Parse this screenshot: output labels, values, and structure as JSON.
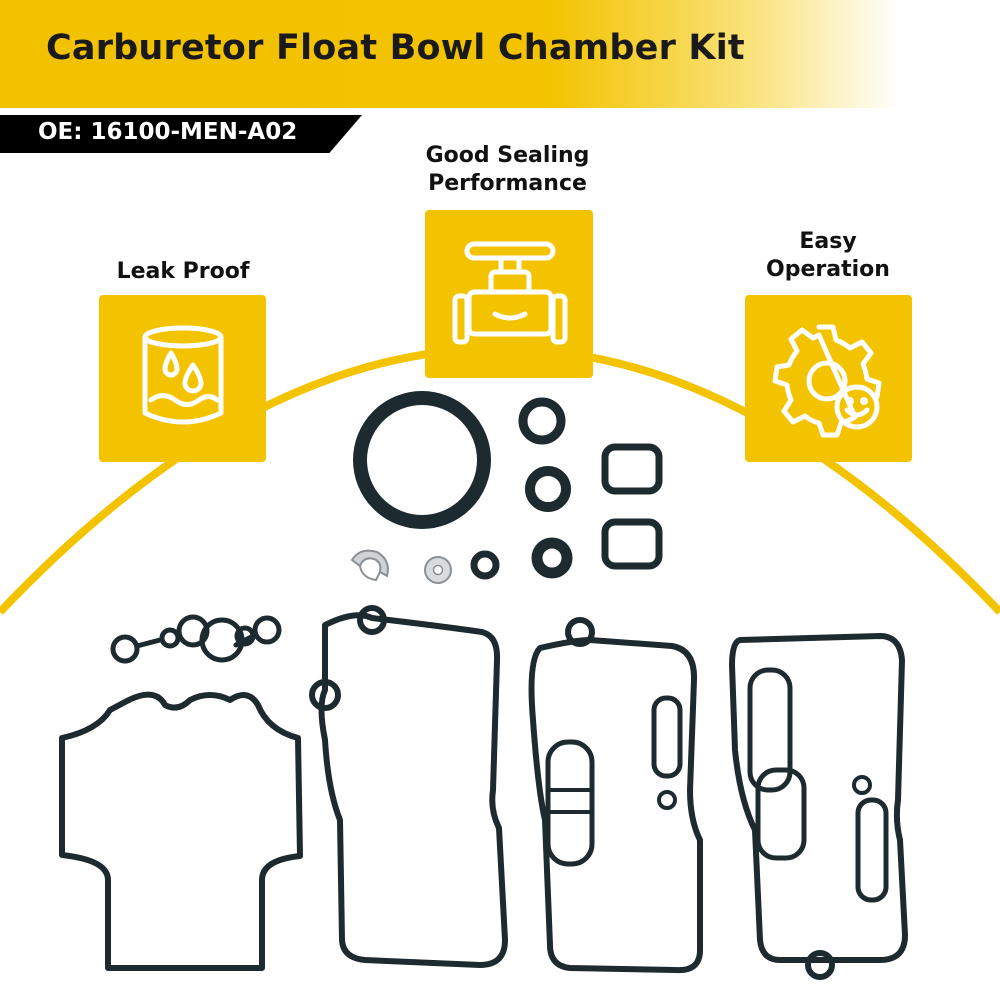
{
  "header": {
    "title": "Carburetor Float Bowl Chamber Kit",
    "oe_label": "OE: 16100-MEN-A02"
  },
  "features": [
    {
      "label_line1": "Leak Proof",
      "label_line2": "",
      "icon": "leak-proof-icon"
    },
    {
      "label_line1": "Good Sealing",
      "label_line2": "Performance",
      "icon": "valve-icon"
    },
    {
      "label_line1": "Easy",
      "label_line2": "Operation",
      "icon": "gear-smile-icon"
    }
  ],
  "colors": {
    "accent": "#f3c300",
    "text": "#111111",
    "gasket": "#1d2a30",
    "tag_bg": "#000000"
  }
}
